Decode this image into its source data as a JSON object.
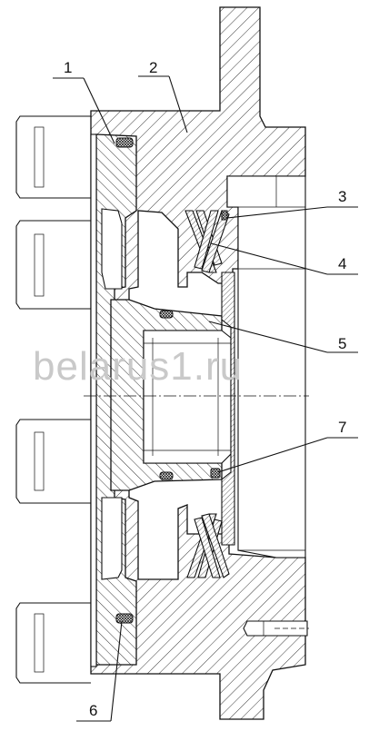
{
  "drawing": {
    "callouts": [
      {
        "id": "1",
        "label": "1"
      },
      {
        "id": "2",
        "label": "2"
      },
      {
        "id": "3",
        "label": "3"
      },
      {
        "id": "4",
        "label": "4"
      },
      {
        "id": "5",
        "label": "5"
      },
      {
        "id": "6",
        "label": "6"
      },
      {
        "id": "7",
        "label": "7"
      }
    ],
    "watermark": "belarus1.ru"
  }
}
